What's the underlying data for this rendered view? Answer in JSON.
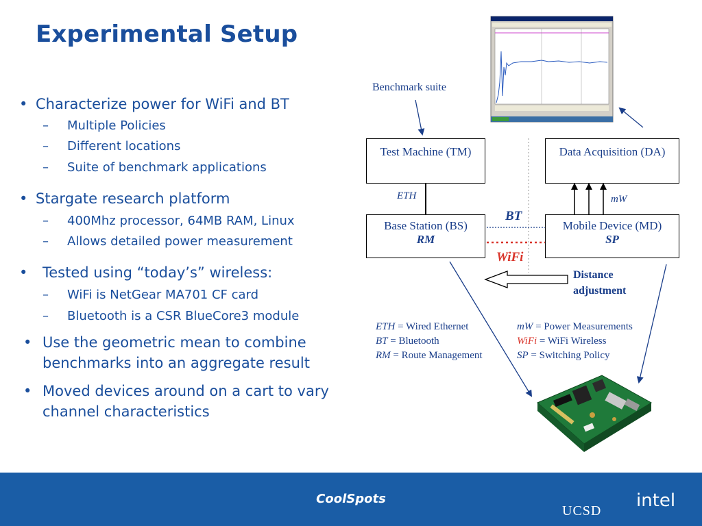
{
  "slide": {
    "title": "Experimental Setup"
  },
  "bullets": [
    {
      "text": "Characterize power for WiFi and BT",
      "subs": [
        "Multiple Policies",
        "Different locations",
        "Suite of benchmark applications"
      ]
    },
    {
      "text": "Stargate research platform",
      "subs": [
        "400Mhz processor, 64MB RAM, Linux",
        "Allows detailed power measurement"
      ]
    },
    {
      "text": "Tested using “today’s” wireless:",
      "subs": [
        "WiFi is NetGear MA701 CF card",
        "Bluetooth is a CSR BlueCore3 module"
      ]
    },
    {
      "text": "Use the geometric mean to combine benchmarks into an aggregate result"
    },
    {
      "text": "Moved devices around on a cart to vary channel characteristics"
    }
  ],
  "diagram": {
    "benchmark_label": "Benchmark suite",
    "boxes": {
      "tm": "Test Machine (TM)",
      "da": "Data Acquisition (DA)",
      "bs": "Base Station (BS)",
      "bs_sub": "RM",
      "md": "Mobile Device (MD)",
      "md_sub": "SP"
    },
    "links": {
      "eth": "ETH",
      "mw": "mW",
      "bt": "BT",
      "wifi": "WiFi",
      "distance": "Distance adjustment"
    },
    "legend": [
      {
        "abbr": "ETH",
        "desc": "= Wired Ethernet"
      },
      {
        "abbr": "BT",
        "desc": "= Bluetooth"
      },
      {
        "abbr": "RM",
        "desc": "= Route Management"
      },
      {
        "abbr": "mW",
        "desc": "= Power Measurements"
      },
      {
        "abbr": "WiFi",
        "desc": "= WiFi Wireless"
      },
      {
        "abbr": "SP",
        "desc": "= Switching Policy"
      }
    ]
  },
  "footer": {
    "title": "CoolSpots",
    "logo_ucsd": "UCSD",
    "logo_intel": "intel"
  },
  "colors": {
    "title_blue": "#1a4e9c",
    "footer_blue": "#1a5da6",
    "wifi_red": "#d9352b"
  }
}
